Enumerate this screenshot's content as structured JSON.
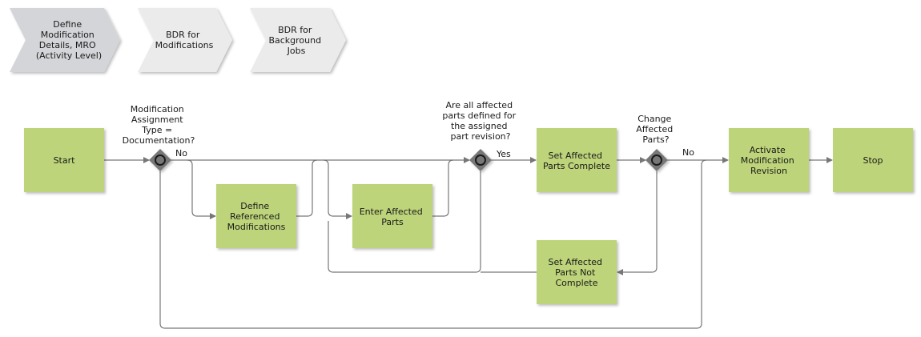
{
  "breadcrumb": [
    {
      "id": "crumb-1",
      "lines": [
        "Define",
        "Modification",
        "Details, MRO",
        "(Activity Level)"
      ],
      "active": true
    },
    {
      "id": "crumb-2",
      "lines": [
        "BDR for",
        "Modifications"
      ],
      "active": false
    },
    {
      "id": "crumb-3",
      "lines": [
        "BDR for",
        "Background",
        "Jobs"
      ],
      "active": false
    }
  ],
  "steps": {
    "start": [
      "Start"
    ],
    "define_ref": [
      "Define",
      "Referenced",
      "Modifications"
    ],
    "enter_parts": [
      "Enter Affected",
      "Parts"
    ],
    "set_complete": [
      "Set Affected",
      "Parts Complete"
    ],
    "set_not_complete": [
      "Set Affected",
      "Parts Not",
      "Complete"
    ],
    "activate": [
      "Activate",
      "Modification",
      "Revision"
    ],
    "stop": [
      "Stop"
    ]
  },
  "decisions": {
    "d1_question": [
      "Modification",
      "Assignment",
      "Type =",
      "Documentation?"
    ],
    "d1_branch": "No",
    "d2_question": [
      "Are all affected",
      "parts defined for",
      "the assigned",
      "part revision?"
    ],
    "d2_branch": "Yes",
    "d3_question": [
      "Change",
      "Affected",
      "Parts?"
    ],
    "d3_branch": "No"
  },
  "colors": {
    "box_fill": "#bdd47a",
    "nav_active": "#d4d5d8",
    "nav_inactive": "#ebebeb",
    "gateway": "#777777",
    "connector": "#777777"
  }
}
